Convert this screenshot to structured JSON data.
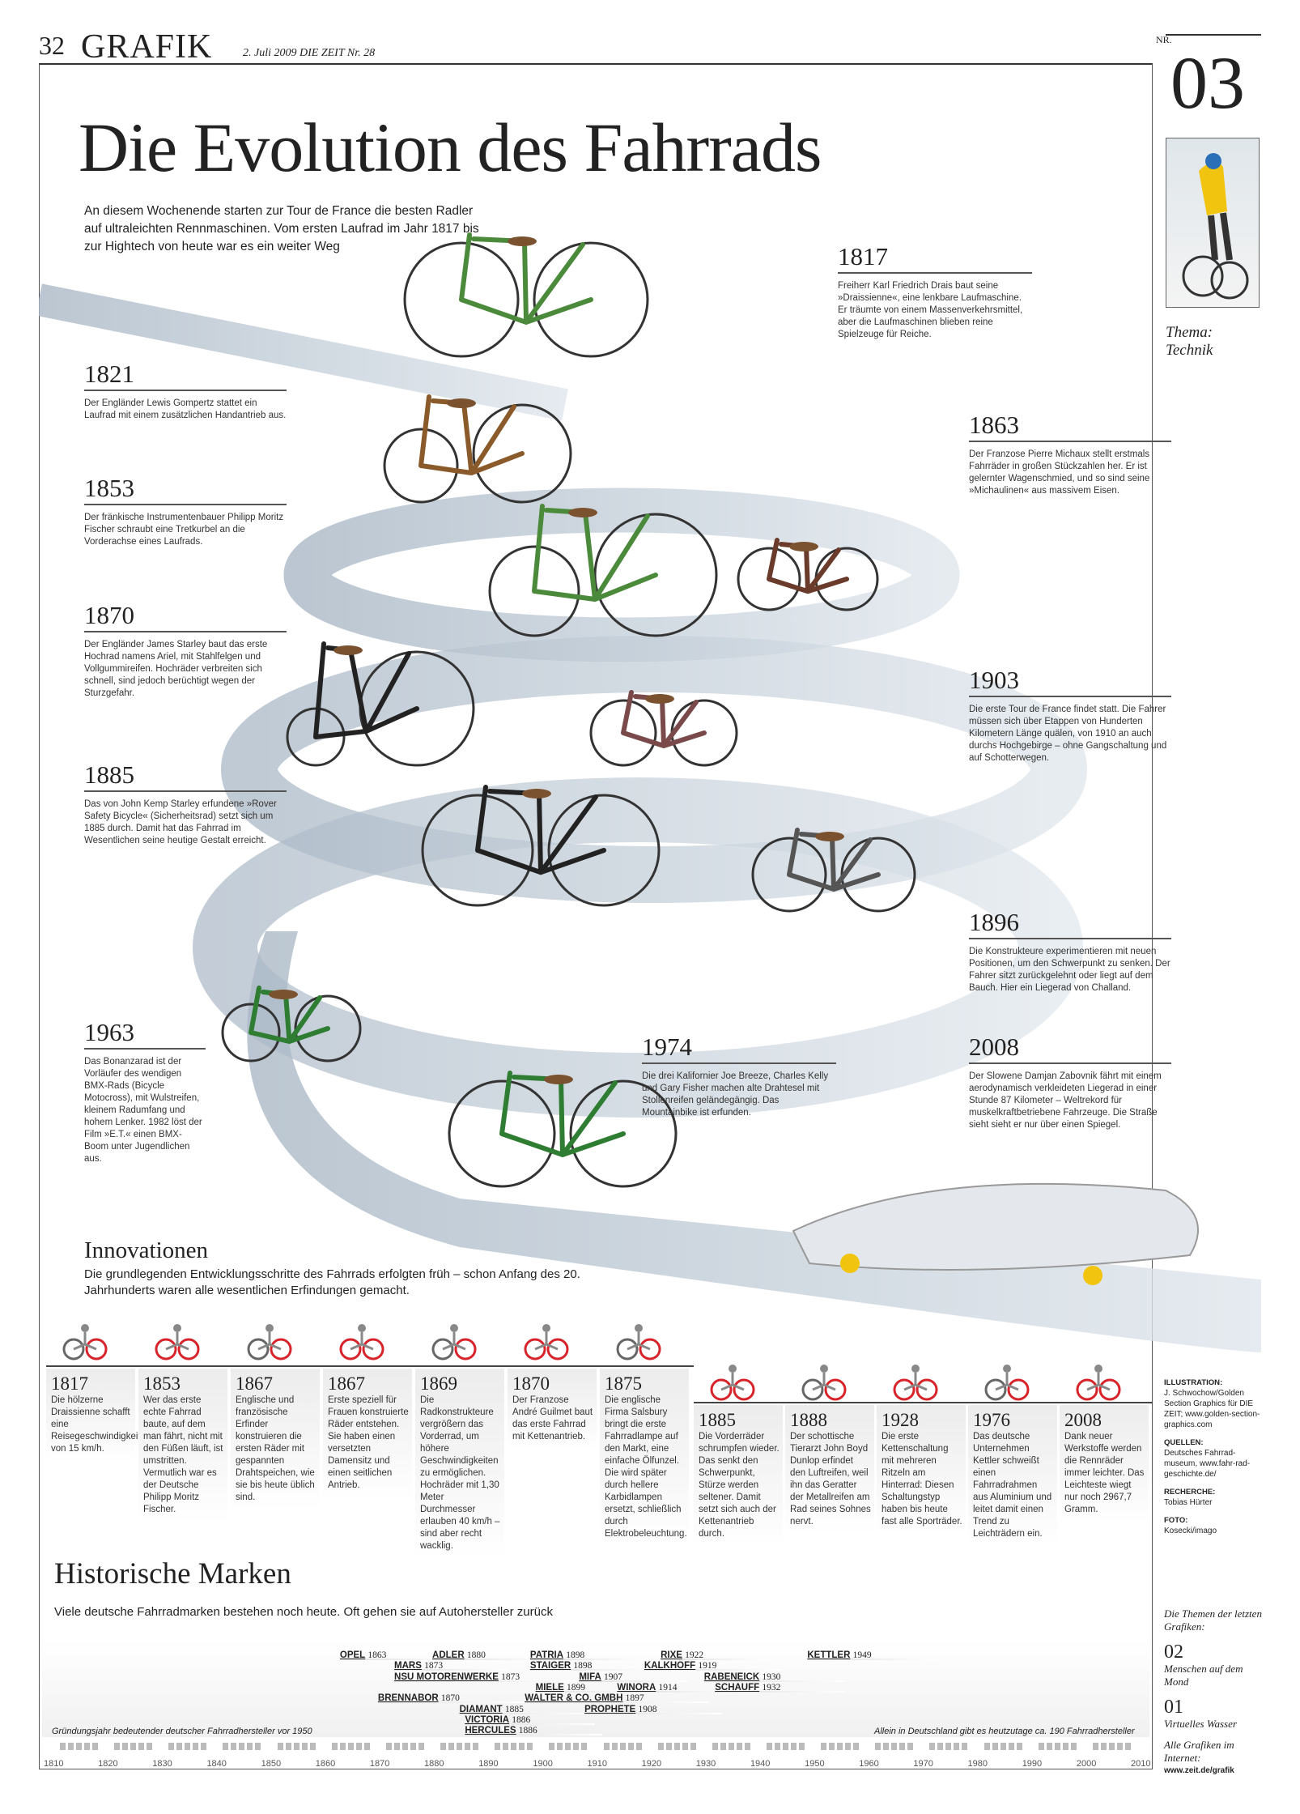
{
  "header": {
    "page": "32",
    "section": "GRAFIK",
    "date": "2. Juli 2009  DIE ZEIT  Nr. 28"
  },
  "rightcol": {
    "nr": "NR.",
    "number": "03",
    "theme_label": "Thema:",
    "theme": "Technik",
    "credits": [
      {
        "h": "ILLUSTRATION:",
        "t": "J. Schwochow/Golden Section Graphics für DIE ZEIT; www.golden-section-graphics.com"
      },
      {
        "h": "QUELLEN:",
        "t": "Deutsches Fahrrad-museum, www.fahr-rad-geschichte.de/"
      },
      {
        "h": "RECHERCHE:",
        "t": "Tobias Hürter"
      },
      {
        "h": "FOTO:",
        "t": "Kosecki/imago"
      }
    ],
    "themes_label": "Die Themen der letzten Grafiken:",
    "themes": [
      {
        "n": "02",
        "t": "Menschen auf dem Mond"
      },
      {
        "n": "01",
        "t": "Virtuelles Wasser"
      }
    ],
    "web_label": "Alle Grafiken im Internet:",
    "web": "www.zeit.de/grafik"
  },
  "title": "Die Evolution des Fahrrads",
  "intro": "An diesem Wochenende starten zur Tour de France die besten Radler auf ultraleichten Rennmaschinen. Vom ersten Laufrad im Jahr 1817 bis zur Hightech von heute war es ein weiter Weg",
  "stories": [
    {
      "year": "1817",
      "text": "Freiherr Karl Friedrich Drais baut seine »Draissienne«, eine lenkbare Laufmaschine. Er träumte von einem Massenverkehrsmittel, aber die Laufmaschinen blieben reine Spielzeuge für Reiche."
    },
    {
      "year": "1821",
      "text": "Der Engländer Lewis Gompertz stattet ein Laufrad mit einem zusätzlichen Handantrieb aus."
    },
    {
      "year": "1863",
      "text": "Der Franzose Pierre Michaux stellt erstmals Fahrräder in großen Stückzahlen her. Er ist gelernter Wagenschmied, und so sind seine »Michaulinen« aus massivem Eisen."
    },
    {
      "year": "1853",
      "text": "Der fränkische Instrumentenbauer Philipp Moritz Fischer schraubt eine Tretkurbel an die Vorderachse eines Laufrads."
    },
    {
      "year": "1870",
      "text": "Der Engländer James Starley baut das erste Hochrad namens Ariel, mit Stahlfelgen und Vollgummireifen. Hochräder verbreiten sich schnell, sind jedoch berüchtigt wegen der Sturzgefahr."
    },
    {
      "year": "1903",
      "text": "Die erste Tour de France findet statt. Die Fahrer müssen sich über Etappen von Hunderten Kilometern Länge quälen, von 1910 an auch durchs Hochgebirge – ohne Gangschaltung und auf Schotterwegen."
    },
    {
      "year": "1885",
      "text": "Das von John Kemp Starley erfundene »Rover Safety Bicycle« (Sicherheitsrad) setzt sich um 1885 durch. Damit hat das Fahrrad im Wesentlichen seine heutige Gestalt erreicht."
    },
    {
      "year": "1896",
      "text": "Die Konstrukteure experimentieren mit neuen Positionen, um den Schwerpunkt zu senken. Der Fahrer sitzt zurückgelehnt oder liegt auf dem Bauch. Hier ein Liegerad von Challand."
    },
    {
      "year": "1963",
      "text": "Das Bonanzarad ist der Vorläufer des wendigen BMX-Rads (Bicycle Motocross), mit Wulstreifen, kleinem Radumfang und hohem Lenker. 1982 löst der Film »E.T.« einen BMX-Boom unter Jugendlichen aus."
    },
    {
      "year": "1974",
      "text": "Die drei Kalifornier Joe Breeze, Charles Kelly und Gary Fisher machen alte Drahtesel mit Stollenreifen geländegängig. Das Mountainbike ist erfunden."
    },
    {
      "year": "2008",
      "text": "Der Slowene Damjan Zabovnik fährt mit einem aerodynamisch verkleideten Liegerad in einer Stunde 87 Kilometer – Weltrekord für muskelkraftbetriebene Fahrzeuge. Die Straße sieht sieht er nur über einen Spiegel."
    }
  ],
  "innovations": {
    "heading": "Innovationen",
    "subtitle": "Die grundlegenden Entwicklungsschritte des Fahrrads erfolgten früh – schon Anfang des 20. Jahrhunderts waren alle wesentlichen Erfindungen gemacht.",
    "items": [
      {
        "year": "1817",
        "text": "Die hölzerne Draissienne schafft eine Reisegeschwindigkeit von 15 km/h.",
        "icon": "draisine-icon"
      },
      {
        "year": "1853",
        "text": "Wer das erste echte Fahrrad baute, auf dem man fährt, nicht mit den Füßen läuft, ist umstritten. Vermutlich war es der Deutsche Philipp Moritz Fischer.",
        "icon": "pedal-crank-icon"
      },
      {
        "year": "1867",
        "text": "Englische und französische Erfinder konstruieren die ersten Räder mit gespannten Drahtspeichen, wie sie bis heute üblich sind.",
        "icon": "spoked-wheel-icon"
      },
      {
        "year": "1867",
        "text": "Erste speziell für Frauen konstruierte Räder entstehen. Sie haben einen versetzten Damensitz und einen seitlichen Antrieb.",
        "icon": "woman-rider-icon"
      },
      {
        "year": "1869",
        "text": "Die Radkonstrukteure vergrößern das Vorderrad, um höhere Geschwindigkeiten zu ermöglichen. Hochräder mit 1,30 Meter Durchmesser erlauben 40 km/h – sind aber recht wacklig.",
        "icon": "high-wheeler-icon"
      },
      {
        "year": "1870",
        "text": "Der Franzose André Guilmet baut das erste Fahrrad mit Kettenantrieb.",
        "icon": "chain-icon"
      },
      {
        "year": "1875",
        "text": "Die englische Firma Salsbury bringt die erste Fahrradlampe auf den Markt, eine einfache Ölfunzel. Die wird später durch hellere Karbidlampen ersetzt, schließlich durch Elektrobeleuchtung.",
        "icon": "lamp-icon"
      },
      {
        "year": "1885",
        "text": "Die Vorderräder schrumpfen wieder. Das senkt den Schwerpunkt, Stürze werden seltener. Damit setzt sich auch der Kettenantrieb durch.",
        "icon": "safety-bicycle-icon"
      },
      {
        "year": "1888",
        "text": "Der schottische Tierarzt John Boyd Dunlop erfindet den Luftreifen, weil ihn das Geratter der Metallreifen am Rad seines Sohnes nervt.",
        "icon": "tire-icon"
      },
      {
        "year": "1928",
        "text": "Die erste Kettenschaltung mit mehreren Ritzeln am Hinterrad: Diesen Schaltungstyp haben bis heute fast alle Sporträder.",
        "icon": "derailleur-icon"
      },
      {
        "year": "1976",
        "text": "Das deutsche Unternehmen Kettler schweißt einen Fahrradrahmen aus Aluminium und leitet damit einen Trend zu Leichträdern ein.",
        "icon": "aluminum-bike-icon"
      },
      {
        "year": "2008",
        "text": "Dank neuer Werkstoffe werden die Rennräder immer leichter. Das Leichteste wiegt nur noch 2967,7 Gramm.",
        "icon": "racing-bike-icon"
      }
    ]
  },
  "brands": {
    "heading": "Historische Marken",
    "subtitle": "Viele deutsche Fahrradmarken bestehen noch heute. Oft gehen sie auf Autohersteller zurück",
    "note_left": "Gründungsjahr bedeutender deutscher Fahrradhersteller vor 1950",
    "note_right": "Allein in Deutschland gibt es heutzutage ca. 190 Fahrradhersteller",
    "axis": [
      "1810",
      "1820",
      "1830",
      "1840",
      "1850",
      "1860",
      "1870",
      "1880",
      "1890",
      "1900",
      "1910",
      "1920",
      "1930",
      "1940",
      "1950",
      "1960",
      "1970",
      "1980",
      "1990",
      "2000",
      "2010"
    ],
    "items": [
      {
        "name": "OPEL",
        "year": 1863
      },
      {
        "name": "ADLER",
        "year": 1880
      },
      {
        "name": "PATRIA",
        "year": 1898
      },
      {
        "name": "RIXE",
        "year": 1922
      },
      {
        "name": "KETTLER",
        "year": 1949
      },
      {
        "name": "MARS",
        "year": 1873
      },
      {
        "name": "STAIGER",
        "year": 1898
      },
      {
        "name": "KALKHOFF",
        "year": 1919
      },
      {
        "name": "NSU MOTORENWERKE",
        "year": 1873
      },
      {
        "name": "MIFA",
        "year": 1907
      },
      {
        "name": "RABENEICK",
        "year": 1930
      },
      {
        "name": "MIELE",
        "year": 1899
      },
      {
        "name": "WINORA",
        "year": 1914
      },
      {
        "name": "SCHAUFF",
        "year": 1932
      },
      {
        "name": "BRENNABOR",
        "year": 1870
      },
      {
        "name": "WALTER & CO. GMBH",
        "year": 1897
      },
      {
        "name": "DIAMANT",
        "year": 1885
      },
      {
        "name": "PROPHETE",
        "year": 1908
      },
      {
        "name": "VICTORIA",
        "year": 1886
      },
      {
        "name": "HERCULES",
        "year": 1886
      }
    ]
  },
  "colors": {
    "road": "#c9d3dd",
    "green_bike": "#4a8a3a",
    "accent_red": "#d8232a"
  }
}
